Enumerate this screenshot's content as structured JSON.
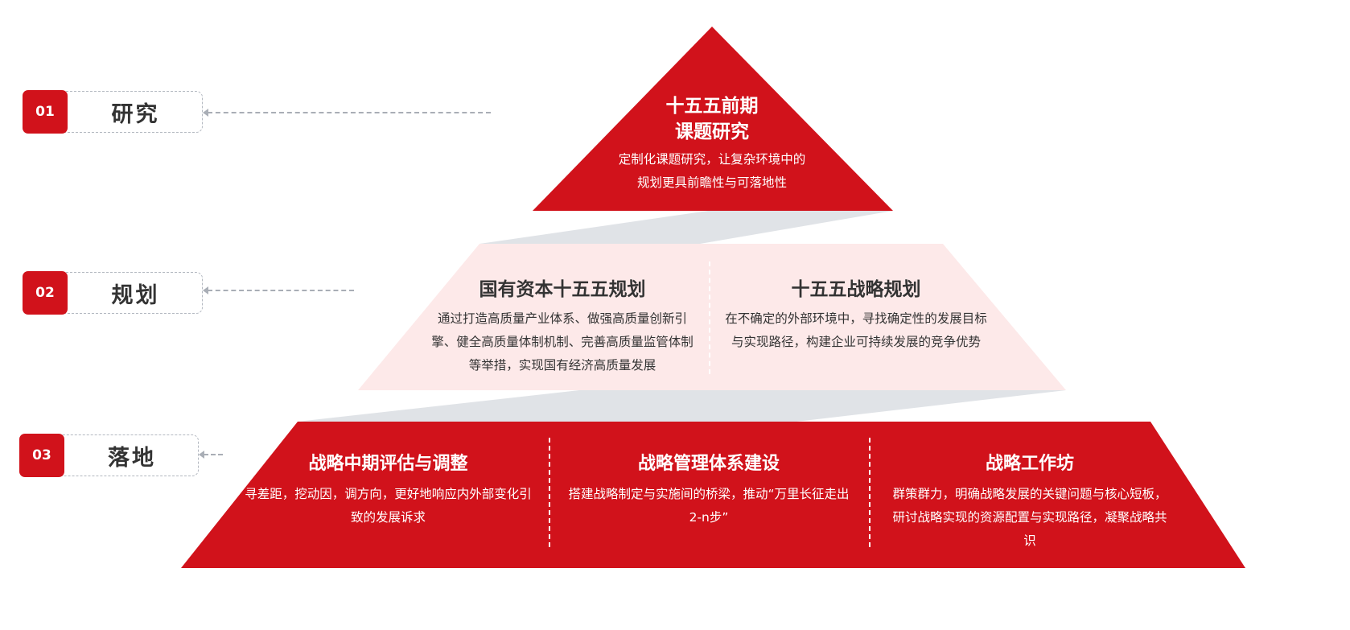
{
  "colors": {
    "red": "#d1121b",
    "pink": "#fde9e9",
    "gray": "#e0e3e7"
  },
  "levels": [
    {
      "num": "01",
      "label": "研究"
    },
    {
      "num": "02",
      "label": "规划"
    },
    {
      "num": "03",
      "label": "落地"
    }
  ],
  "top": {
    "title_line1": "十五五前期",
    "title_line2": "课题研究",
    "desc_line1": "定制化课题研究，让复杂环境中的",
    "desc_line2": "规划更具前瞻性与可落地性"
  },
  "middle": [
    {
      "title": "国有资本十五五规划",
      "desc": "通过打造高质量产业体系、做强高质量创新引擎、健全高质量体制机制、完善高质量监管体制等举措，实现国有经济高质量发展"
    },
    {
      "title": "十五五战略规划",
      "desc": "在不确定的外部环境中，寻找确定性的发展目标与实现路径，构建企业可持续发展的竞争优势"
    }
  ],
  "bottom": [
    {
      "title": "战略中期评估与调整",
      "desc": "寻差距，挖动因，调方向，更好地响应内外部变化引致的发展诉求"
    },
    {
      "title": "战略管理体系建设",
      "desc": "搭建战略制定与实施间的桥梁，推动“万里长征走出2-n步”"
    },
    {
      "title": "战略工作坊",
      "desc": "群策群力，明确战略发展的关键问题与核心短板，研讨战略实现的资源配置与实现路径，凝聚战略共识"
    }
  ]
}
